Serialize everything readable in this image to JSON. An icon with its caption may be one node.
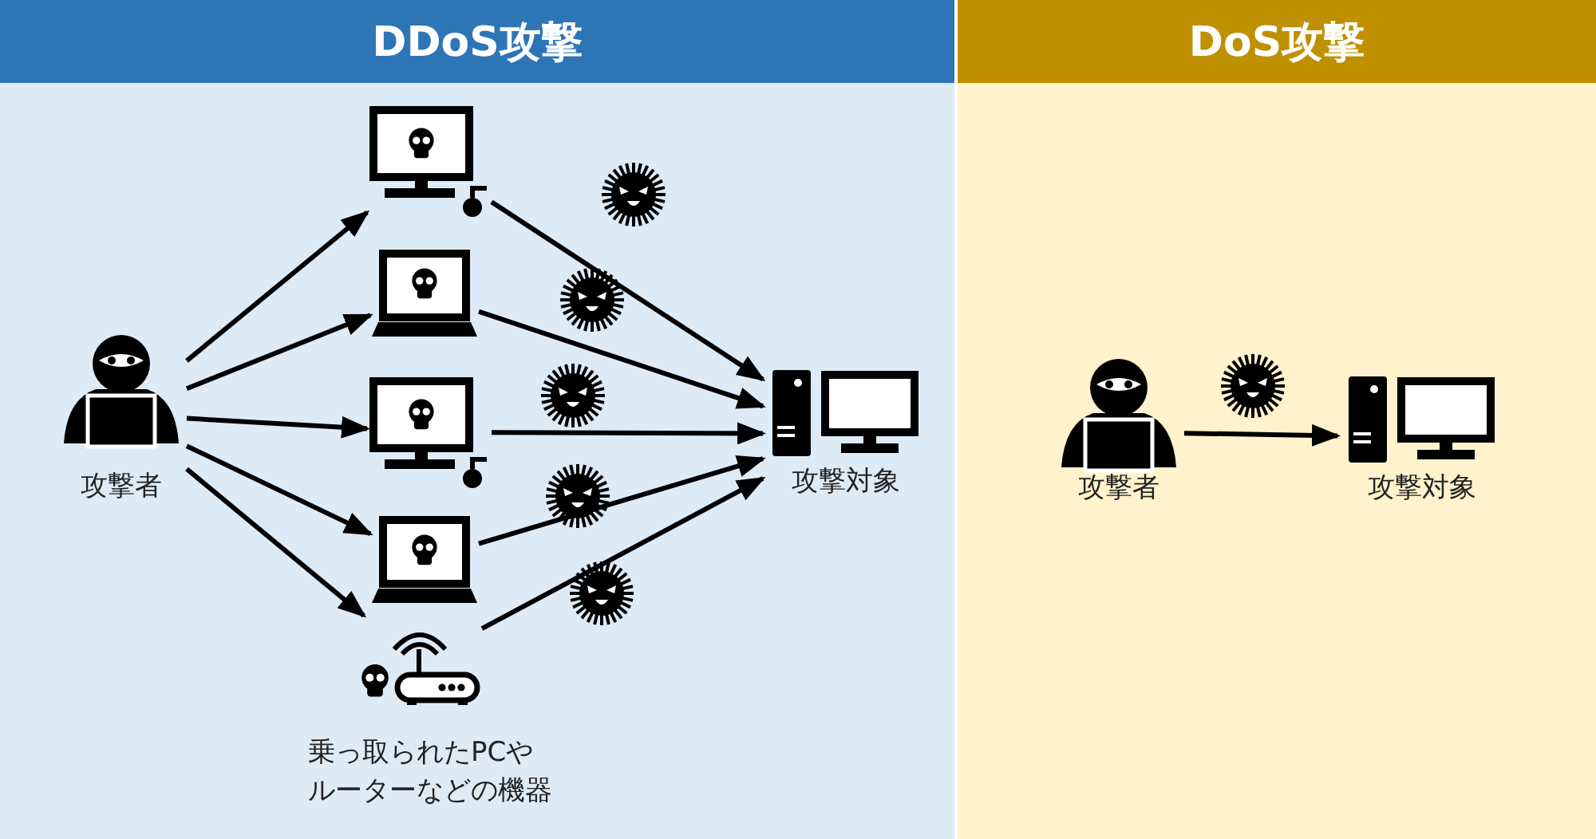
{
  "diagram": {
    "nodes": [
      {
        "text": [
          "DDoS攻撃"
        ]
      },
      {
        "text": [
          "攻撃者"
        ],
        "in": 0
      },
      {
        "text": [],
        "shape": "computer",
        "in": 0
      },
      {
        "text": [],
        "shape": "laptop",
        "in": 0
      },
      {
        "text": [],
        "shape": "computer",
        "in": 0
      },
      {
        "text": [],
        "shape": "laptop",
        "in": 0
      },
      {
        "text": [],
        "shape": "router",
        "in": 0
      },
      {
        "text": [
          "攻撃対象"
        ],
        "in": 0
      },
      {
        "text": [
          "DoS攻撃"
        ]
      },
      {
        "text": [
          "攻撃者"
        ],
        "in": 8
      },
      {
        "text": [
          "攻撃対象"
        ],
        "in": 8
      }
    ],
    "edges": [
      {
        "from": 1,
        "to": 2,
        "arrow": "to"
      },
      {
        "from": 1,
        "to": 3,
        "arrow": "to"
      },
      {
        "from": 1,
        "to": 4,
        "arrow": "to"
      },
      {
        "from": 1,
        "to": 5,
        "arrow": "to"
      },
      {
        "from": 1,
        "to": 6,
        "arrow": "to"
      },
      {
        "from": 2,
        "to": 7,
        "arrow": "to"
      },
      {
        "from": 3,
        "to": 7,
        "arrow": "to"
      },
      {
        "from": 4,
        "to": 7,
        "arrow": "to"
      },
      {
        "from": 5,
        "to": 7,
        "arrow": "to"
      },
      {
        "from": 6,
        "to": 7,
        "arrow": "to"
      },
      {
        "from": 9,
        "to": 10,
        "arrow": "to"
      }
    ],
    "labels": [
      "乗っ取られたPCやルーターなどの機器"
    ]
  }
}
